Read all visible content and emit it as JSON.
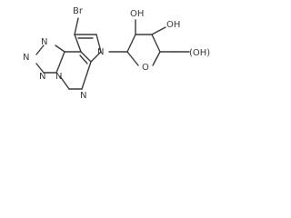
{
  "molecule": {
    "atoms": {
      "br": "Br",
      "n_pyrrole": "N",
      "n_tz1": "N",
      "n_tz2": "N",
      "n_tz3": "N",
      "n_tz4": "N",
      "n_pyrimidine": "N",
      "o_ring": "O",
      "oh_2": "OH",
      "oh_3": "OH",
      "oh_5": "(OH)"
    }
  }
}
